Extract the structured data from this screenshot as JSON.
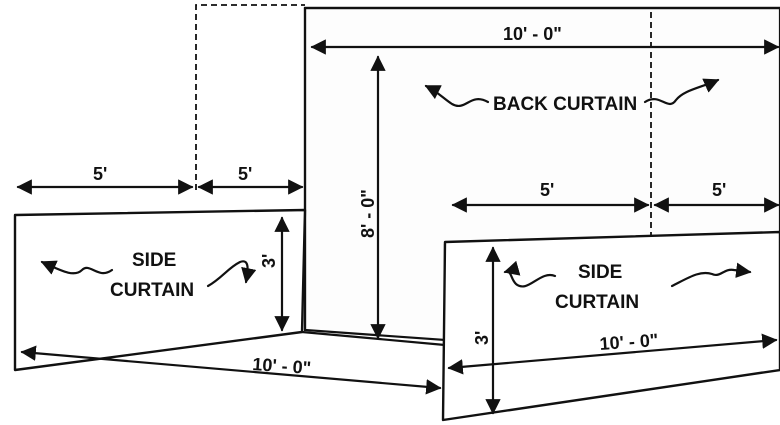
{
  "labels": {
    "back_curtain": "BACK CURTAIN",
    "side": "SIDE",
    "curtain": "CURTAIN"
  },
  "dimensions": {
    "back_width": "10' - 0\"",
    "back_height": "8' - 0\"",
    "left_offset_a": "5'",
    "left_offset_b": "5'",
    "right_offset_a": "5'",
    "right_offset_b": "5'",
    "left_height": "3'",
    "right_height": "3'",
    "left_length": "10' - 0\"",
    "right_length": "10' - 0\""
  }
}
